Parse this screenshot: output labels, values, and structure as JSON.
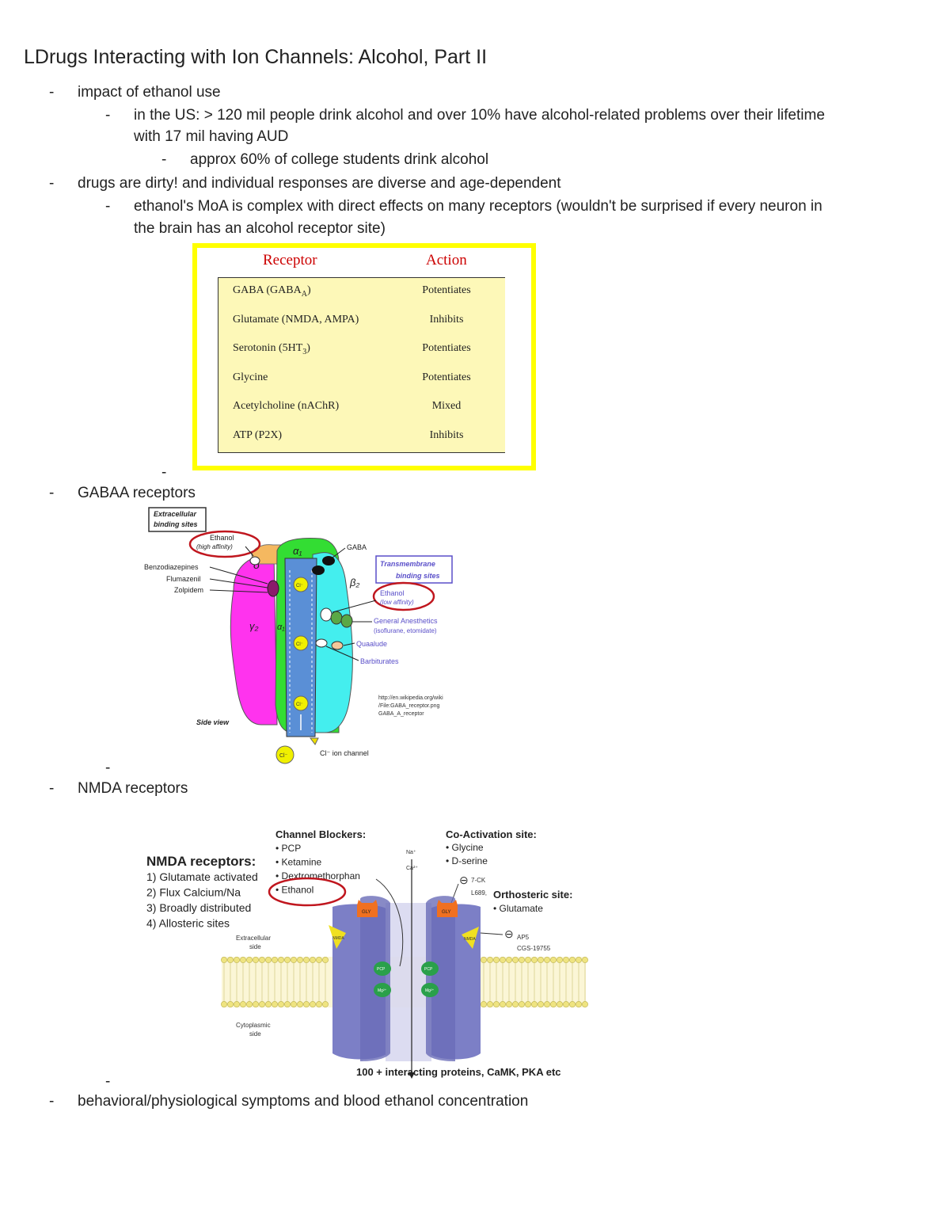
{
  "title": "LDrugs Interacting with Ion Channels: Alcohol, Part II",
  "bullets": {
    "impact": "impact of ethanol use",
    "us_line1": "in the US: > 120 mil people drink alcohol and over 10% have alcohol-related problems over their lifetime",
    "us_line2": "with 17 mil having AUD",
    "college": "approx 60% of college students drink alcohol",
    "dirty": "drugs are dirty! and individual responses are diverse and age-dependent",
    "moa_line1": "ethanol's MoA is complex with direct effects on many receptors (wouldn't be surprised if every neuron in",
    "moa_line2": "the brain has an alcohol receptor site)",
    "gabaa": "GABAA receptors",
    "nmda": "NMDA receptors",
    "behavioral": "behavioral/physiological symptoms and blood ethanol concentration"
  },
  "dash": "-",
  "receptor_table": {
    "header_receptor": "Receptor",
    "header_action": "Action",
    "rows": [
      {
        "receptor": "GABA (GABA",
        "sub": "A",
        "close": ")",
        "action": "Potentiates"
      },
      {
        "receptor": "Glutamate (NMDA, AMPA)",
        "sub": "",
        "close": "",
        "action": "Inhibits"
      },
      {
        "receptor": "Serotonin (5HT",
        "sub": "3",
        "close": ")",
        "action": "Potentiates"
      },
      {
        "receptor": "Glycine",
        "sub": "",
        "close": "",
        "action": "Potentiates"
      },
      {
        "receptor": "Acetylcholine (nAChR)",
        "sub": "",
        "close": "",
        "action": "Mixed"
      },
      {
        "receptor": "ATP (P2X)",
        "sub": "",
        "close": "",
        "action": "Inhibits"
      }
    ]
  },
  "gaba_figure": {
    "extracellular": "Extracellular",
    "binding_sites": "binding sites",
    "ethanol_high": "Ethanol",
    "high_affinity": "(high affinity)",
    "benzodiazepines": "Benzodiazepines",
    "flumazenil": "Flumazenil",
    "zolpidem": "Zolpidem",
    "gaba": "GABA",
    "transmembrane": "Transmembrane",
    "tm_binding": "binding sites",
    "ethanol_low": "Ethanol",
    "low_affinity": "(low affinity)",
    "general_anesthetics": "General Anesthetics",
    "anesthetic_examples": "(isoflurane, etomidate)",
    "quaalude": "Quaalude",
    "barbiturates": "Barbiturates",
    "delta": "δ",
    "alpha1_top": "α₁",
    "beta2": "β₂",
    "gamma2": "γ₂",
    "alpha1_mid": "α₁",
    "cl": "Cl⁻",
    "side_view": "Side view",
    "cl_channel": "Cl⁻ ion channel",
    "url1": "http://en.wikipedia.org/wiki",
    "url2": "/File:GABA_receptor.png",
    "url3": "GABA_A_receptor"
  },
  "nmda_figure": {
    "nmda_title": "NMDA receptors:",
    "list": [
      "1)  Glutamate activated",
      "2)  Flux Calcium/Na",
      "3)  Broadly distributed",
      "4)  Allosteric sites"
    ],
    "channel_blockers": "Channel Blockers:",
    "blockers": [
      "•  PCP",
      "•  Ketamine",
      "•  Dextromethorphan",
      "•  Ethanol"
    ],
    "coactivation": "Co-Activation site:",
    "coagonists": [
      "•  Glycine",
      "•  D-serine"
    ],
    "antagonist1": "7-CK",
    "antagonist2": "L689,",
    "orthosteric": "Orthosteric site:",
    "glutamate": "•  Glutamate",
    "ap5": "AP5",
    "cgs": "CGS-19755",
    "na": "Na⁺",
    "ca": "Ca²⁺",
    "gly": "GLY",
    "nmda_site": "NMDA",
    "pcp": "PCP",
    "mg": "Mg²⁺",
    "extracellular": "Extracellular",
    "side": "side",
    "cytoplasmic": "Cytoplasmic",
    "proteins": "100 + interacting proteins, CaMK, PKA etc"
  },
  "colors": {
    "frame_yellow": "#ffff00",
    "table_bg": "#fdf8b8",
    "header_red": "#cc0000",
    "magenta": "#ff33ee",
    "green": "#33dd33",
    "cyan": "#44eeee",
    "orange": "#f5b860",
    "channel_blue": "#5a8fd6",
    "membrane_yellow": "#f0e89a",
    "receptor_purple": "#7c7fc6"
  }
}
